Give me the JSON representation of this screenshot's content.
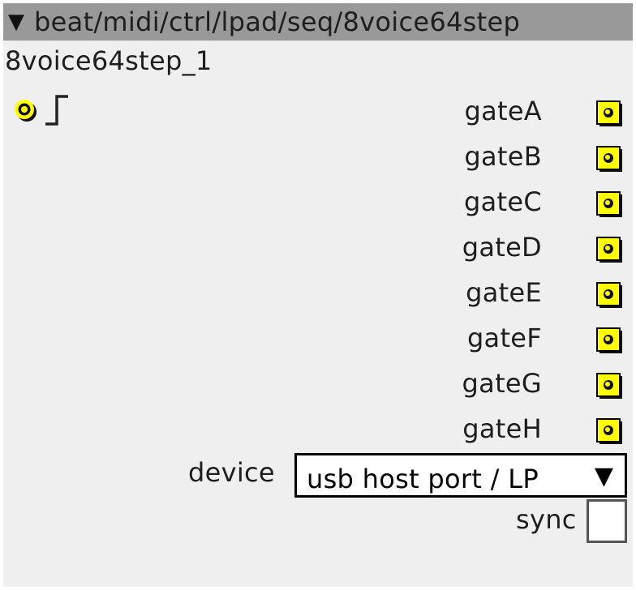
{
  "header": {
    "toggle_glyph": "▼",
    "title": "beat/midi/ctrl/lpad/seq/8voice64step"
  },
  "instance": {
    "name": "8voice64step_1"
  },
  "inlet": {
    "icon": "trigger-inlet-icon",
    "signal_icon": "step-signal-icon"
  },
  "outlets": [
    {
      "label": "gateA"
    },
    {
      "label": "gateB"
    },
    {
      "label": "gateC"
    },
    {
      "label": "gateD"
    },
    {
      "label": "gateE"
    },
    {
      "label": "gateF"
    },
    {
      "label": "gateG"
    },
    {
      "label": "gateH"
    }
  ],
  "device": {
    "label": "device",
    "selected": "usb host port / LP",
    "arrow": "▼"
  },
  "sync": {
    "label": "sync",
    "checked": false
  },
  "colors": {
    "header_bg": "#999999",
    "body_bg": "#efefef",
    "jack_yellow": "#ffff00",
    "jack_border": "#000000"
  }
}
